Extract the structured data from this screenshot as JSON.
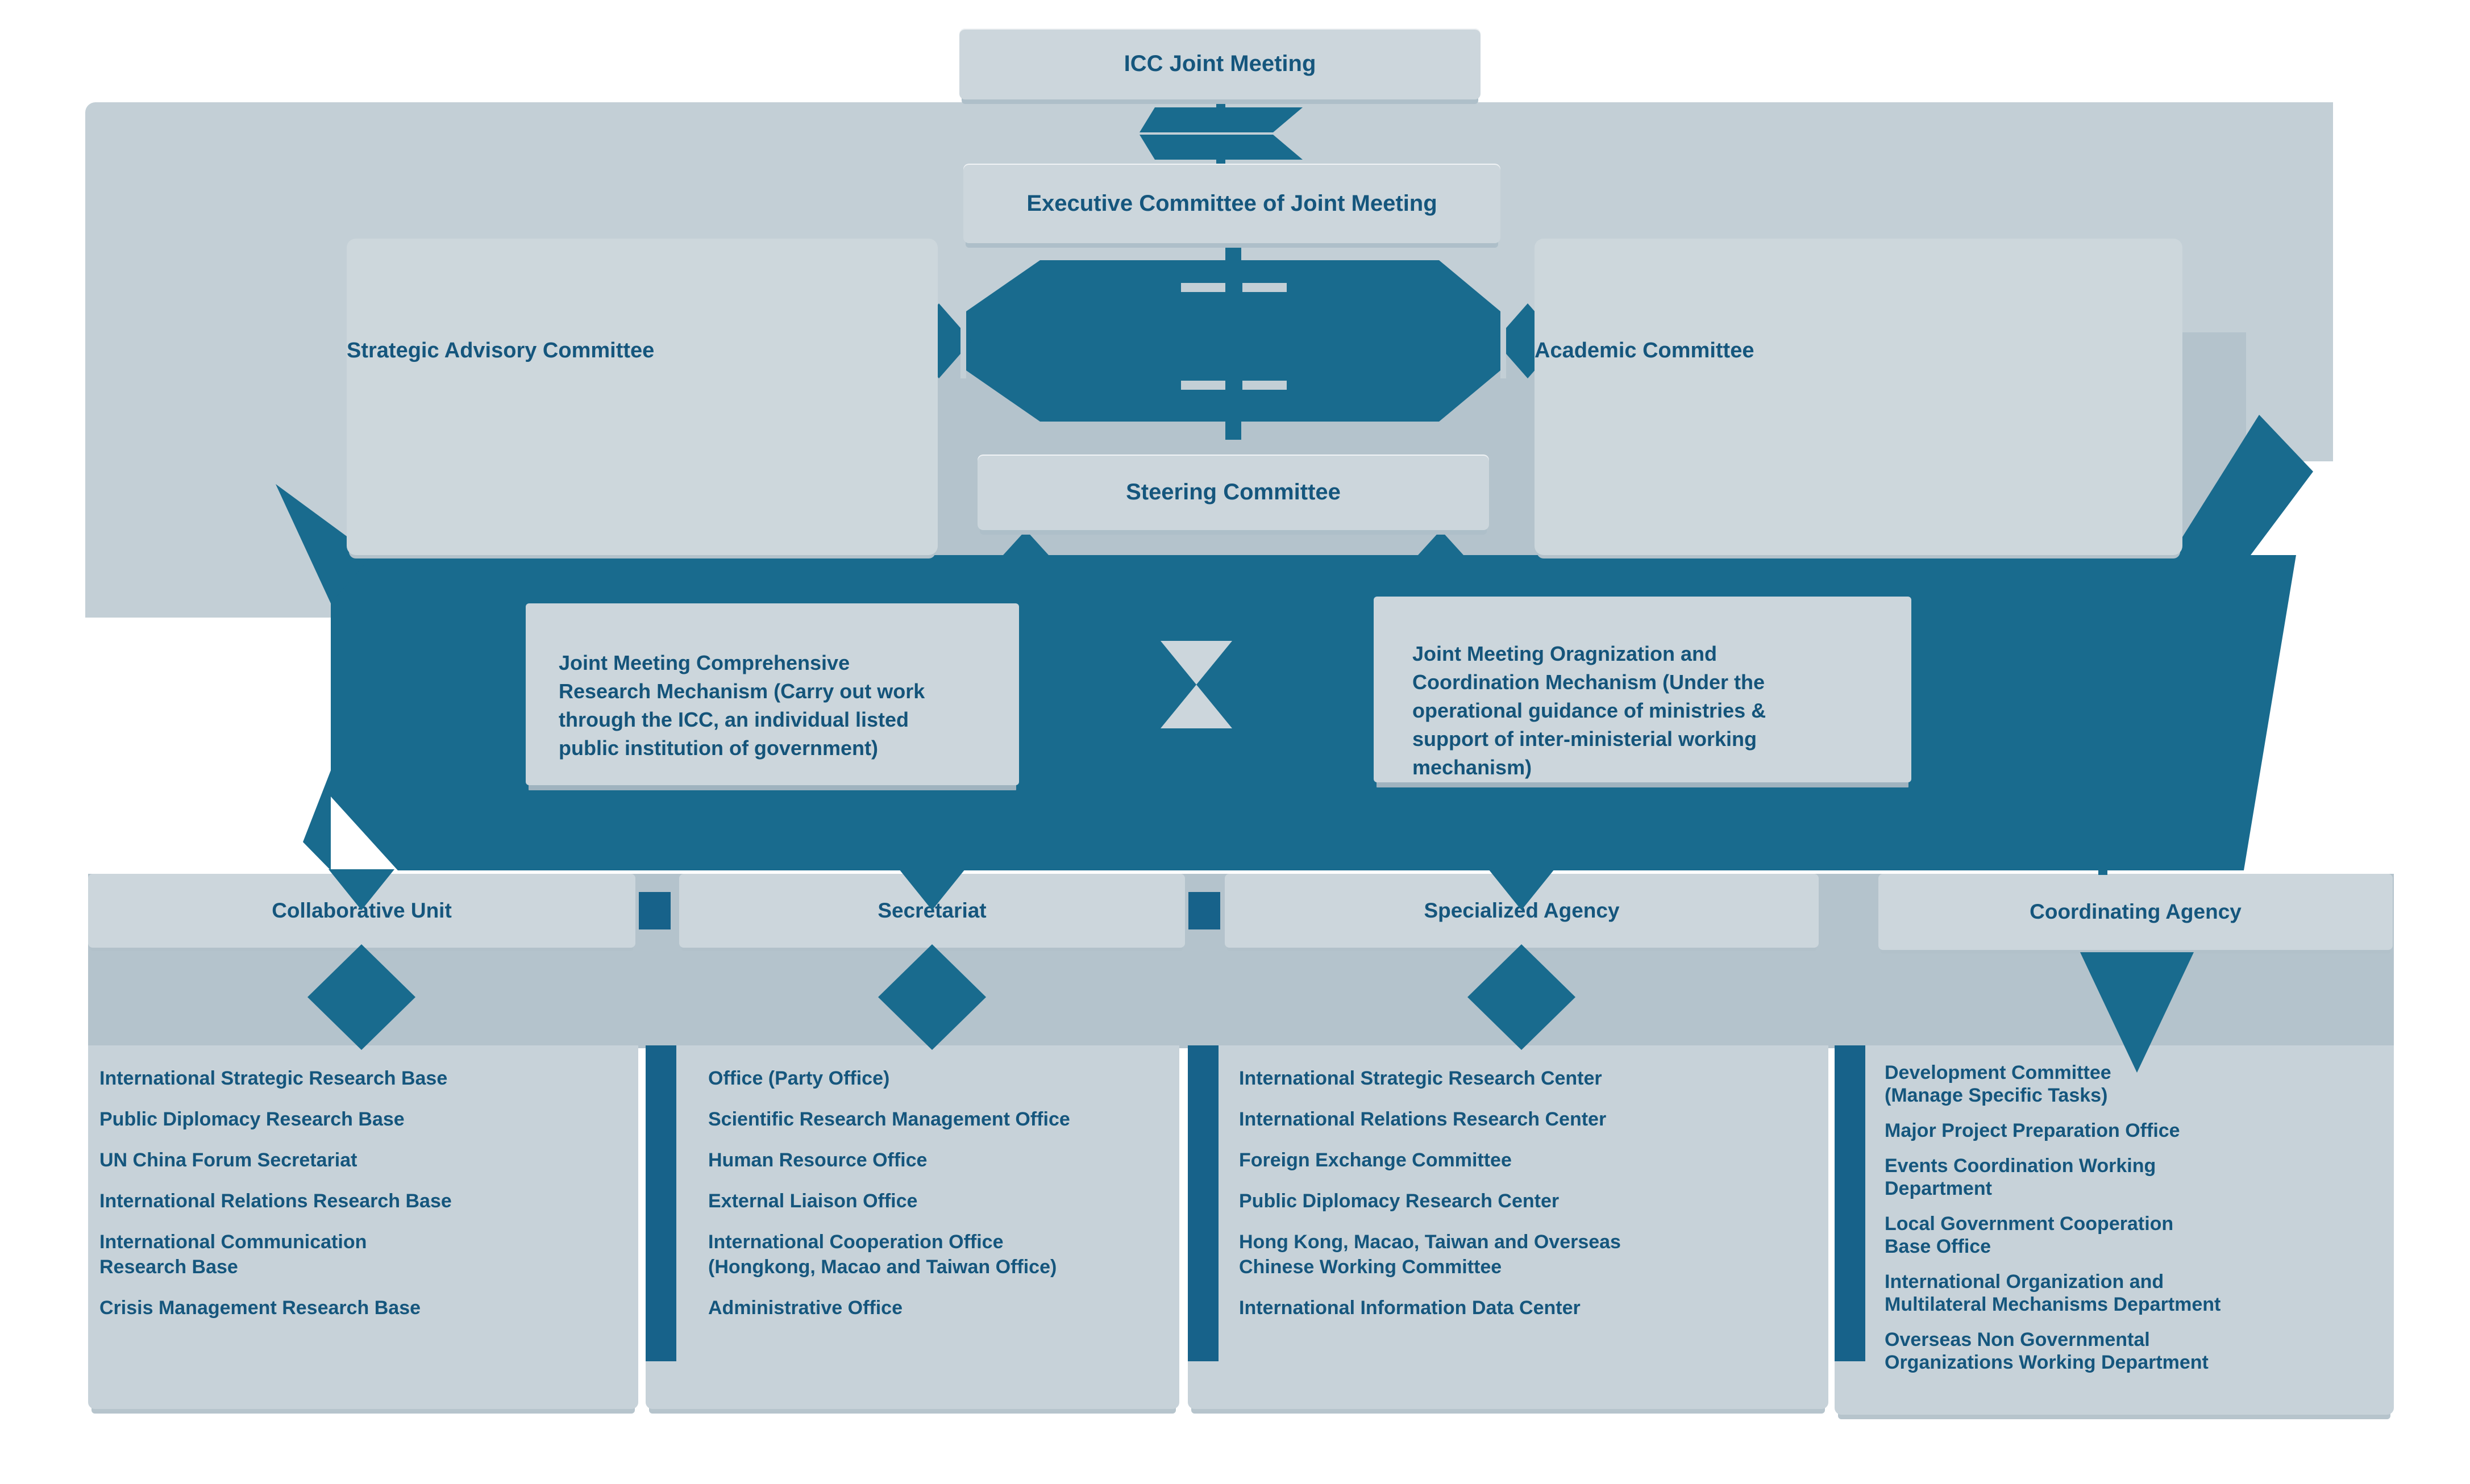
{
  "diagram": {
    "top": {
      "icc": "ICC Joint Meeting",
      "executive": "Executive Committee of Joint Meeting",
      "steering": "Steering Committee"
    },
    "committees": {
      "left": "Strategic Advisory Committee",
      "right": "Academic Committee"
    },
    "mechanisms": {
      "left": "Joint Meeting Comprehensive\nResearch Mechanism (Carry out work\nthrough the ICC, an individual listed\npublic institution of government)",
      "right": "Joint Meeting Oragnization and\nCoordination Mechanism (Under the\noperational guidance of ministries &\nsupport of inter-ministerial working\nmechanism)"
    },
    "columns": [
      {
        "title": "Collaborative Unit",
        "items": [
          "International Strategic Research Base",
          "Public Diplomacy Research Base",
          "UN China Forum Secretariat",
          "International Relations Research Base",
          "International Communication\nResearch Base",
          "Crisis Management Research Base"
        ]
      },
      {
        "title": "Secretariat",
        "items": [
          "Office (Party Office)",
          "Scientific Research Management Office",
          "Human Resource Office",
          "External Liaison Office",
          "International Cooperation Office\n(Hongkong, Macao and Taiwan Office)",
          "Administrative Office"
        ]
      },
      {
        "title": "Specialized Agency",
        "items": [
          "International Strategic Research Center",
          "International Relations Research Center",
          "Foreign Exchange Committee",
          "Public Diplomacy Research Center",
          "Hong Kong, Macao, Taiwan and Overseas\nChinese Working Committee",
          "International Information Data Center"
        ]
      },
      {
        "title": "Coordinating Agency",
        "items": [
          "Development Committee\n(Manage Specific Tasks)",
          "Major Project Preparation Office",
          "Events Coordination Working\nDepartment",
          "Local Government Cooperation\nBase Office",
          "International Organization and\nMultilateral Mechanisms Department",
          "Overseas Non Governmental\nOrganizations Working Department"
        ]
      }
    ],
    "colors": {
      "teal": "#196b8e",
      "panel_light": "#ccd6dc",
      "bg_light": "#c3cfd6",
      "bg_medium": "#b4c3cc",
      "text": "#15567d"
    }
  }
}
